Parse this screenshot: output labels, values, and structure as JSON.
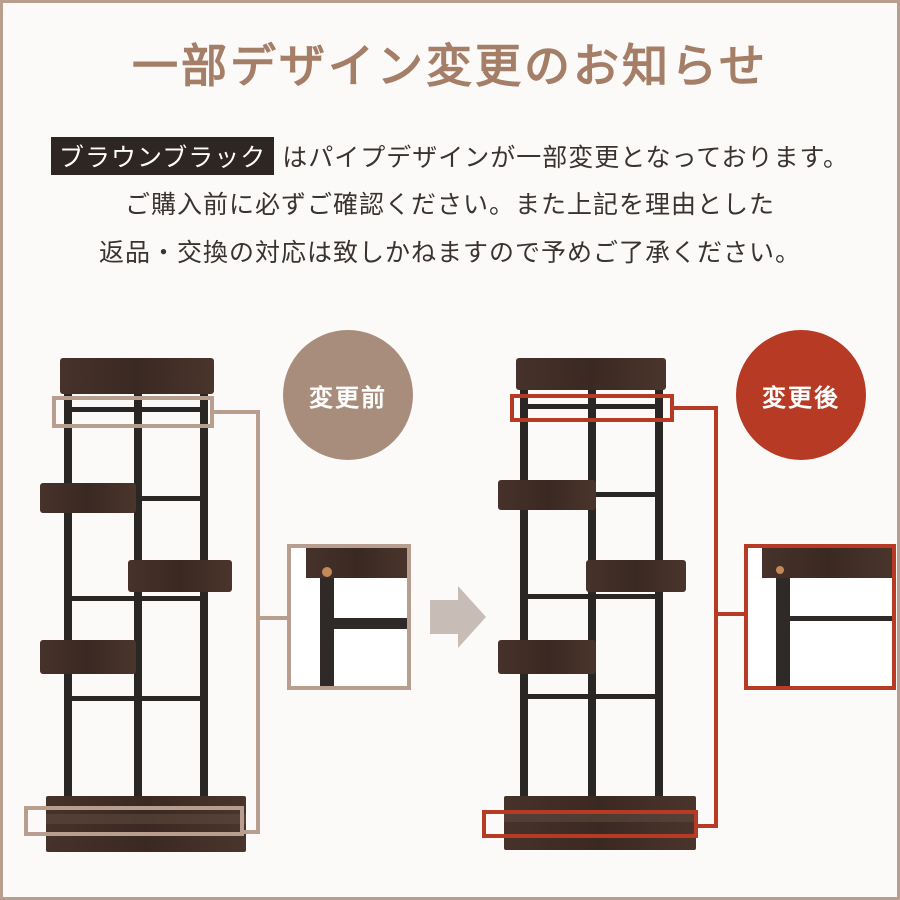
{
  "title": "一部デザイン変更のお知らせ",
  "notice": {
    "tag": "ブラウンブラック",
    "line1_rest": "はパイプデザインが一部変更となっております。",
    "line2": "ご購入前に必ずご確認ください。また上記を理由とした",
    "line3": "返品・交換の対応は致しかねますので予めご了承ください。"
  },
  "badges": {
    "before": "変更前",
    "after": "変更後"
  },
  "colors": {
    "title": "#a57e68",
    "before_accent": "#a98d7c",
    "after_accent": "#b73a24",
    "wood": "#3b2a24",
    "pipe": "#2a2624"
  }
}
